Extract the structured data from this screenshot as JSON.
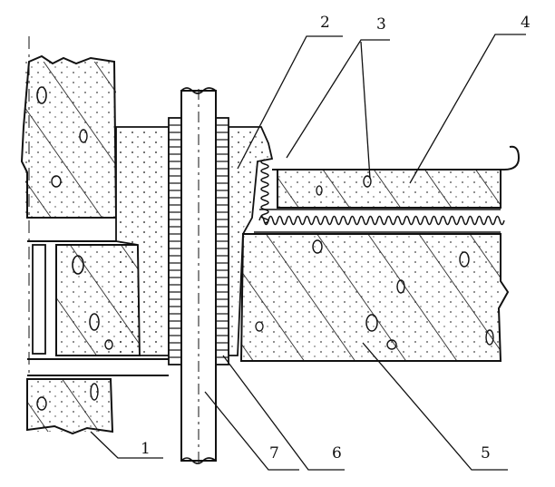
{
  "diagram": {
    "callouts": [
      {
        "id": "1",
        "label": "1"
      },
      {
        "id": "2",
        "label": "2"
      },
      {
        "id": "3",
        "label": "3"
      },
      {
        "id": "4",
        "label": "4"
      },
      {
        "id": "5",
        "label": "5"
      },
      {
        "id": "6",
        "label": "6"
      },
      {
        "id": "7",
        "label": "7"
      }
    ],
    "parts": [
      {
        "name": "wall-masonry",
        "callout": "1"
      },
      {
        "name": "mortar-fill",
        "callout": "2"
      },
      {
        "name": "waterproof-membrane",
        "callout": "3"
      },
      {
        "name": "floor-concrete-topping",
        "callout": "4"
      },
      {
        "name": "floor-slab",
        "callout": "5"
      },
      {
        "name": "pipe-sleeve",
        "callout": "6"
      },
      {
        "name": "pipe",
        "callout": "7"
      }
    ],
    "colors": {
      "ink": "#111111",
      "paper": "#ffffff"
    }
  }
}
